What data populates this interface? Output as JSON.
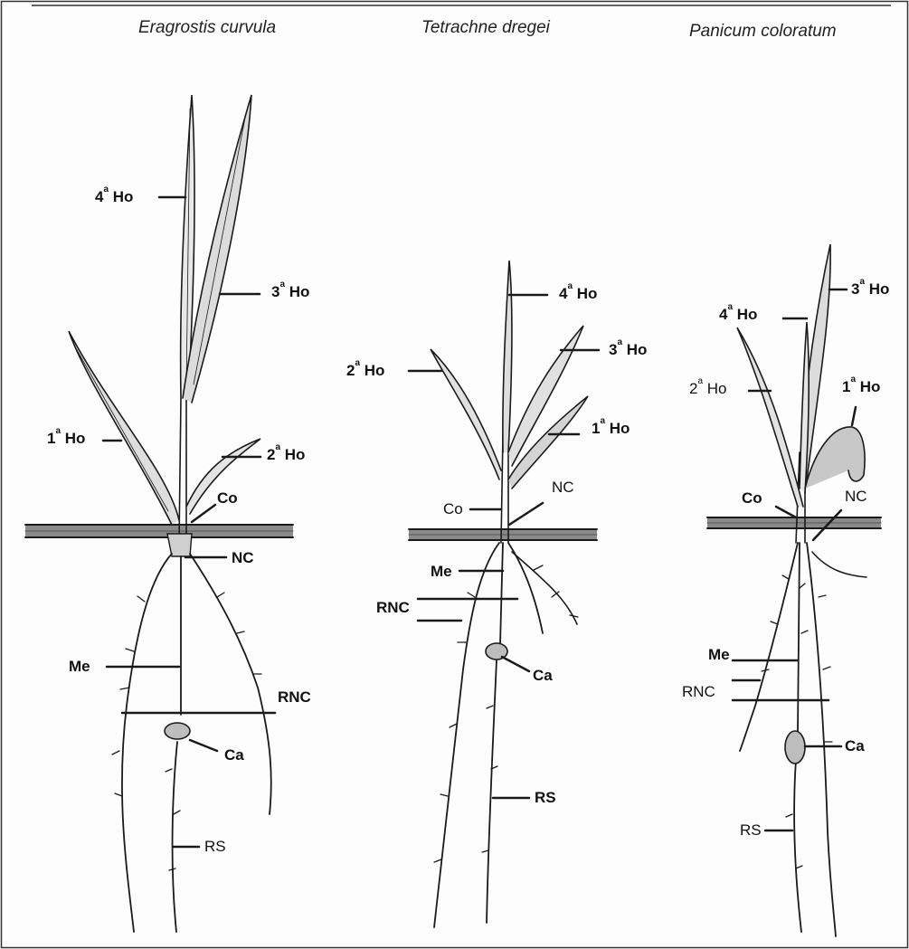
{
  "species": {
    "left": "Eragrostis curvula",
    "middle": "Tetrachne dregei",
    "right": "Panicum coloratum"
  },
  "ordinal_mark": "a",
  "ho_suffix": "Ho",
  "labels": {
    "co": "Co",
    "nc": "NC",
    "me": "Me",
    "rnc": "RNC",
    "ca": "Ca",
    "rs": "RS",
    "n1": "1",
    "n2": "2",
    "n3": "3",
    "n4": "4"
  },
  "colors": {
    "line": "#1a1a1a",
    "soil": "#3a3a3a",
    "background": "#fdfdfd"
  }
}
